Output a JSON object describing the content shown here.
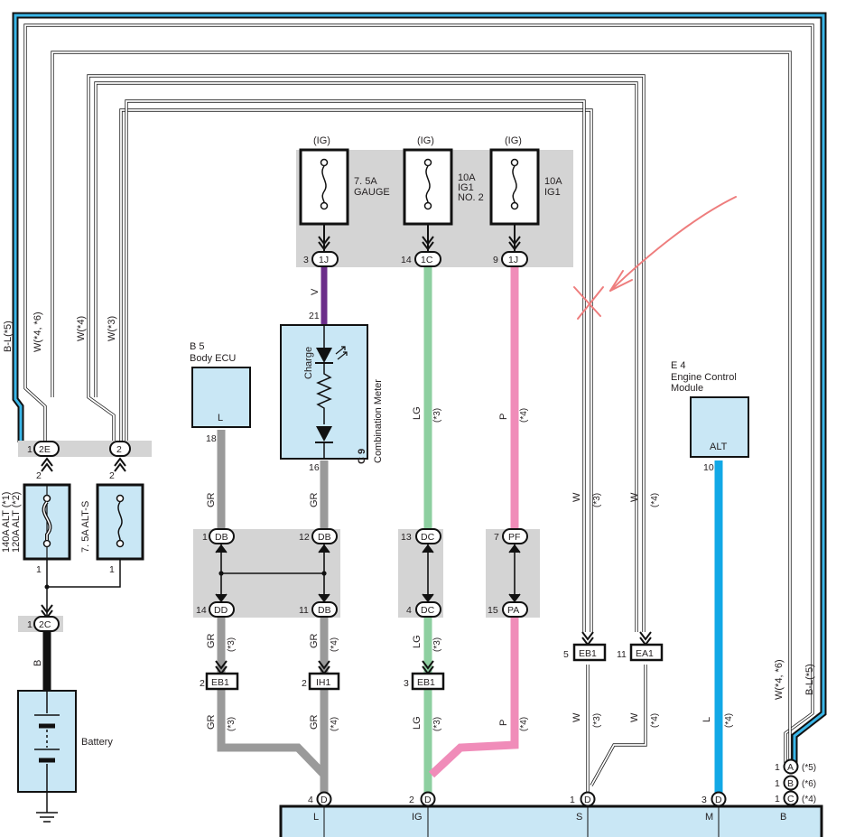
{
  "fuses": [
    {
      "supply": "(IG)",
      "rating": "7. 5A",
      "name": "GAUGE"
    },
    {
      "supply": "(IG)",
      "rating": "10A",
      "name": "IG1",
      "name2": "NO. 2"
    },
    {
      "supply": "(IG)",
      "rating": "10A",
      "name": "IG1"
    }
  ],
  "fuse_connectors": [
    {
      "pin": "3",
      "code": "1J"
    },
    {
      "pin": "14",
      "code": "1C"
    },
    {
      "pin": "9",
      "code": "1J"
    }
  ],
  "combination_meter": {
    "code": "C 9",
    "name": "Combination Meter",
    "led_label": "Charge",
    "pin_top": "21",
    "pin_bottom": "16"
  },
  "body_ecu": {
    "code": "B 5",
    "name": "Body ECU",
    "terminal": "L",
    "pin": "18"
  },
  "ecm": {
    "code": "E 4",
    "name": "Engine Control",
    "name2": "Module",
    "terminal": "ALT",
    "pin": "10"
  },
  "alt_fuses": {
    "main": {
      "connector": "2E",
      "pin_top": "2",
      "pin_bottom": "1",
      "label1": "140A ALT (*1)",
      "label2": "120A ALT (*2)"
    },
    "alts": {
      "connector": "2",
      "pin_top": "2",
      "pin_bottom": "1",
      "label": "7. 5A ALT-S"
    },
    "lower_connector": {
      "pin": "1",
      "code": "2C"
    }
  },
  "battery": {
    "label": "Battery"
  },
  "wire_labels": {
    "bl5": "B-L(*5)",
    "w46": "W(*4, *6)",
    "w4": "W(*4)",
    "w3": "W(*3)",
    "v": "V",
    "gr": "GR",
    "lg": "LG",
    "p": "P",
    "w": "W",
    "l": "L",
    "b": "B",
    "s3": "(*3)",
    "s4": "(*4)"
  },
  "junctions": {
    "db1": {
      "pin": "1",
      "code": "DB"
    },
    "db12": {
      "pin": "12",
      "code": "DB"
    },
    "dd14": {
      "pin": "14",
      "code": "DD"
    },
    "db11": {
      "pin": "11",
      "code": "DB"
    },
    "dc13": {
      "pin": "13",
      "code": "DC"
    },
    "dc4": {
      "pin": "4",
      "code": "DC"
    },
    "pf7": {
      "pin": "7",
      "code": "PF"
    },
    "pa15": {
      "pin": "15",
      "code": "PA"
    }
  },
  "inline_connectors": [
    {
      "pin": "2",
      "code": "EB1"
    },
    {
      "pin": "2",
      "code": "IH1"
    },
    {
      "pin": "3",
      "code": "EB1"
    },
    {
      "pin": "5",
      "code": "EB1"
    },
    {
      "pin": "11",
      "code": "EA1"
    }
  ],
  "alternator": {
    "pins": [
      {
        "pin": "4",
        "code": "D",
        "terminal": "L"
      },
      {
        "pin": "2",
        "code": "D",
        "terminal": "IG"
      },
      {
        "pin": "1",
        "code": "D",
        "terminal": "S"
      },
      {
        "pin": "3",
        "code": "D",
        "terminal": "M"
      }
    ],
    "terminal_b": "B",
    "b_connectors": [
      {
        "pin": "1",
        "code": "A",
        "note": "(*5)"
      },
      {
        "pin": "1",
        "code": "B",
        "note": "(*6)"
      },
      {
        "pin": "1",
        "code": "C",
        "note": "(*4)"
      }
    ]
  },
  "colors": {
    "violet": "#6b2d8a",
    "light_green": "#8dcfa0",
    "pink": "#f08cb9",
    "gray": "#9a9a9a",
    "blue_l": "#12a8e6",
    "blue_bl": "#3ab6e8",
    "component_fill": "#c9e7f5",
    "panel_gray": "#d4d4d4",
    "annotation_red": "#ee7d7d"
  }
}
